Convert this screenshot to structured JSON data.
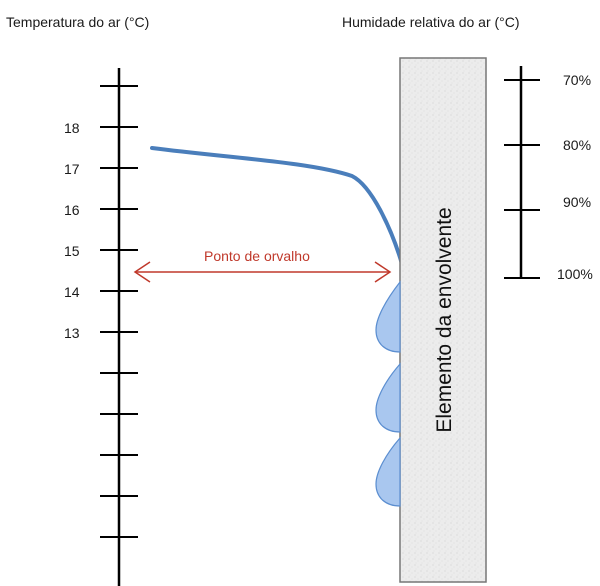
{
  "titles": {
    "air_temperature": "Temperatura do ar (°C)",
    "relative_humidity": "Humidade relativa do ar (°C)"
  },
  "temperature_scale": {
    "tick_labels": [
      "18",
      "17",
      "16",
      "15",
      "14",
      "13"
    ]
  },
  "humidity_scale": {
    "tick_labels": [
      "70%",
      "80%",
      "90%",
      "100%"
    ]
  },
  "dew_point": {
    "label": "Ponto de orvalho",
    "color": "#c0392b"
  },
  "wall": {
    "label": "Elemento da envolvente",
    "fill": "#e9e9e9"
  },
  "curve": {
    "color": "#4a7ebb"
  },
  "droplets": {
    "fill": "#a9c7ef",
    "stroke": "#5b8ed0",
    "count": 3
  }
}
